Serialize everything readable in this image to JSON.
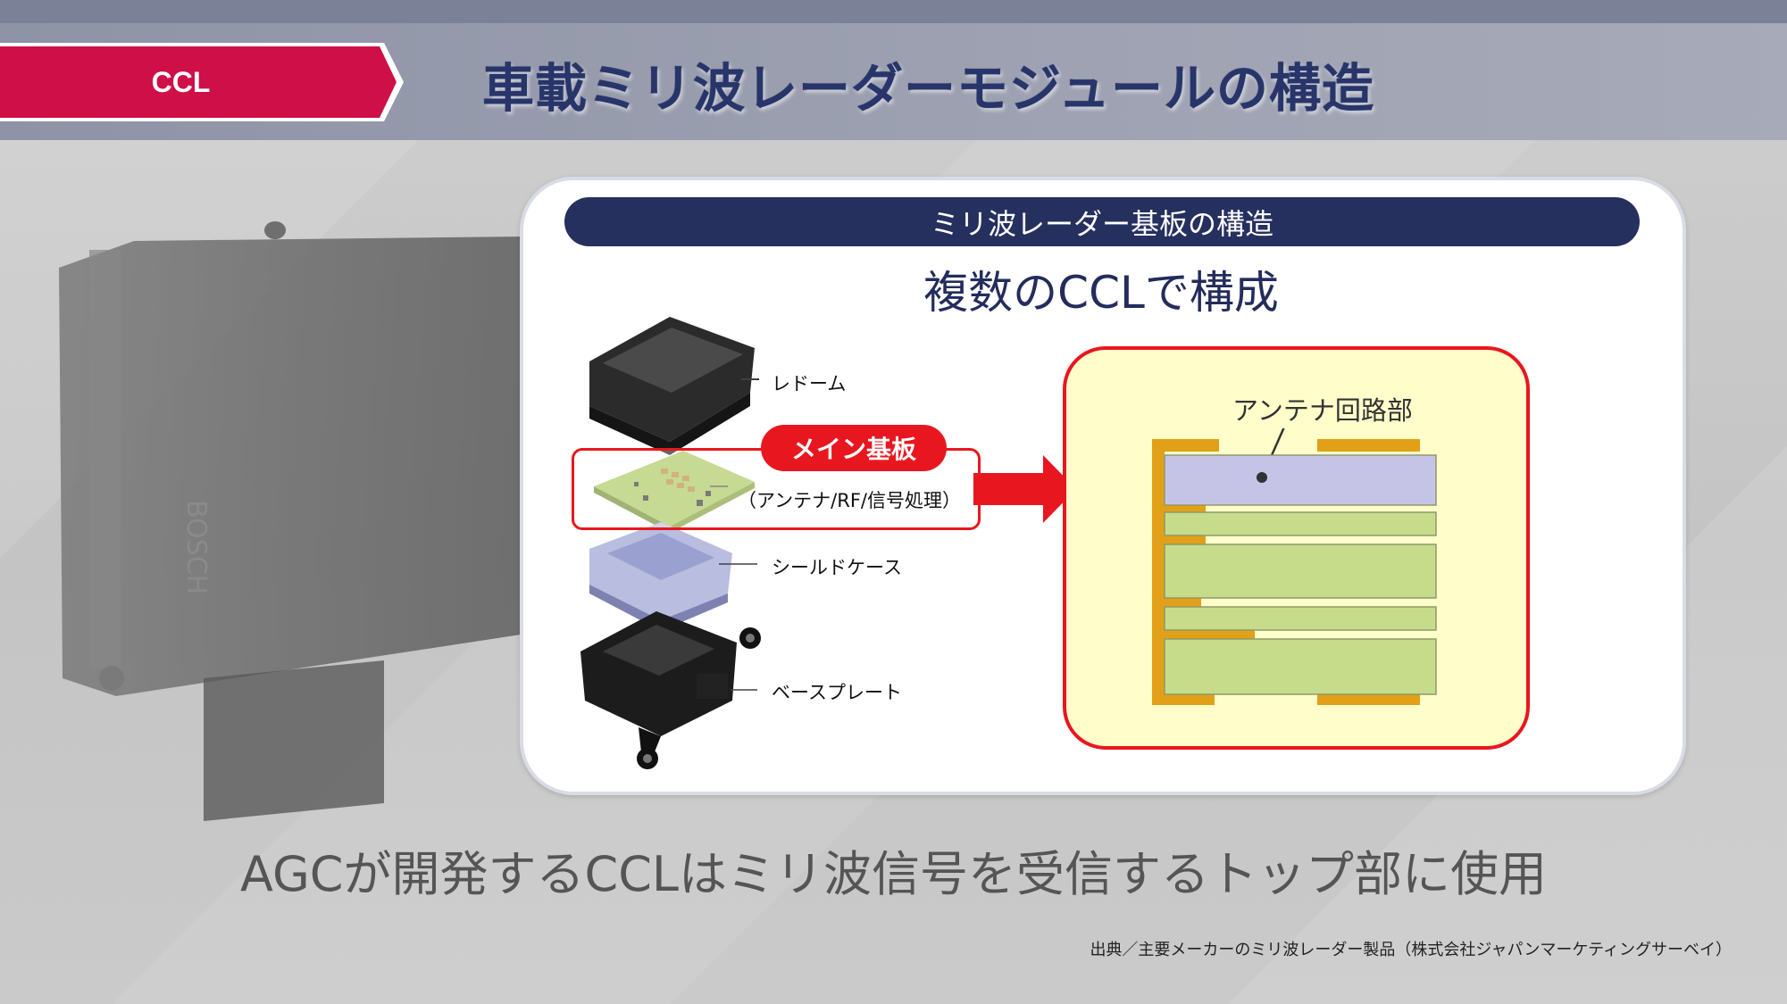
{
  "header": {
    "tag_label": "CCL",
    "title": "車載ミリ波レーダーモジュールの構造"
  },
  "panel": {
    "heading": "ミリ波レーダー基板の構造",
    "subtitle": "複数のCCLで構成",
    "parts": [
      {
        "label": "レドーム"
      },
      {
        "label": "（アンテナ/RF/信号処理）"
      },
      {
        "label": "シールドケース"
      },
      {
        "label": "ベースプレート"
      }
    ],
    "main_board_label": "メイン基板",
    "antenna_label": "アンテナ回路部"
  },
  "caption": "AGCが開発するCCLはミリ波信号を受信するトップ部に使用",
  "source": "出典／主要メーカーのミリ波レーダー製品（株式会社ジャパンマーケティングサーベイ）",
  "colors": {
    "accent_red": "#e8171f",
    "tag_red": "#cf0f47",
    "navy": "#26305f",
    "antenna_layer": "#c6c4e6",
    "board_layer": "#c6dc8b",
    "copper": "#e2a018",
    "panel_fill": "#fffecb"
  }
}
